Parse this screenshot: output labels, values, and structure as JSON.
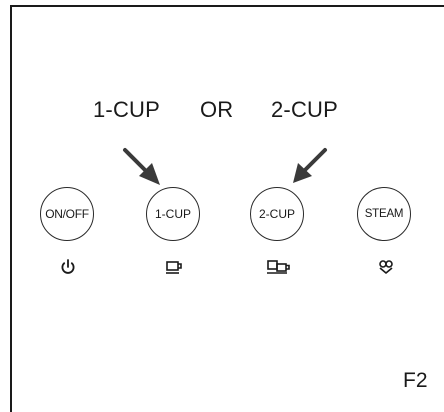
{
  "options": {
    "left": "1-CUP",
    "or": "OR",
    "right": "2-CUP"
  },
  "buttons": {
    "onoff": "ON/OFF",
    "one_cup": "1-CUP",
    "two_cup": "2-CUP",
    "steam": "STEAM"
  },
  "icons": {
    "onoff": "power-icon",
    "one_cup": "single-cup-icon",
    "two_cup": "double-cup-icon",
    "steam": "steam-icon"
  },
  "figure_label": "F2",
  "colors": {
    "line": "#1a1a1a",
    "arrow": "#3a3a3a",
    "background": "#ffffff"
  }
}
